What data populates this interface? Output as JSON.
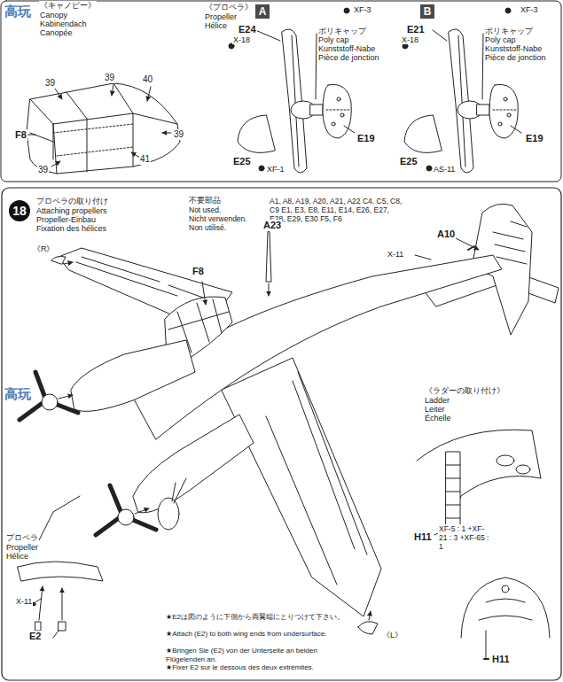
{
  "diagram": {
    "nodes": [
      {
        "text": [
          "A"
        ]
      },
      {
        "text": [
          "B"
        ]
      },
      {
        "text": [
          "18"
        ]
      }
    ],
    "labels": [
      "《キャノピー》",
      "Canopy",
      "Kabinendach",
      "Canopée",
      "高玩",
      "39",
      "39",
      "40",
      "39",
      "41",
      "39",
      "F8",
      "《プロペラ》",
      "Propeller",
      "Hélice",
      "XF-3",
      "E24",
      "X-18",
      "ポリキャップ",
      "Poly cap",
      "Kunststoff-Nabe",
      "Pièce de jonction",
      "E19",
      "E25",
      "XF-1",
      "XF-3",
      "E21",
      "X-18",
      "ポリキャップ",
      "Poly cap",
      "Kunststoff-Nabe",
      "Pièce de jonction",
      "E19",
      "E25",
      "AS-11",
      "プロペラの取り付け",
      "Attaching propellers",
      "Propeller-Einbau",
      "Fixation des hélices",
      "不要部品",
      "Not used.",
      "Nicht verwenden.",
      "Non utilisé.",
      "A1, A8, A19, A20, A21, A22 C4, C5, C8, C9 E1, E3, E8, E11, E14, E26, E27, E28, E29, E30 F5, F6",
      "《R》",
      "F8",
      "A23",
      "A10",
      "X-11",
      "プロペラ",
      "Propeller",
      "Hélice",
      "《ラダーの取り付け》",
      "Ladder",
      "Leiter",
      "Échelle",
      "H11",
      "XF-5 : 1 +XF-21 : 3 +XF-65 : 1",
      "《L》",
      "X-11",
      "E2",
      "★E2は図のように下側から両翼端にとりつけて下さい。",
      "★Attach (E2) to both wing ends from undersurface.",
      "★Bringen Sie (E2) von der Unterseite an beiden Flügelenden an.",
      "★Fixer E2 sur le dessous des deux extrémités.",
      "H11",
      "高玩"
    ]
  }
}
